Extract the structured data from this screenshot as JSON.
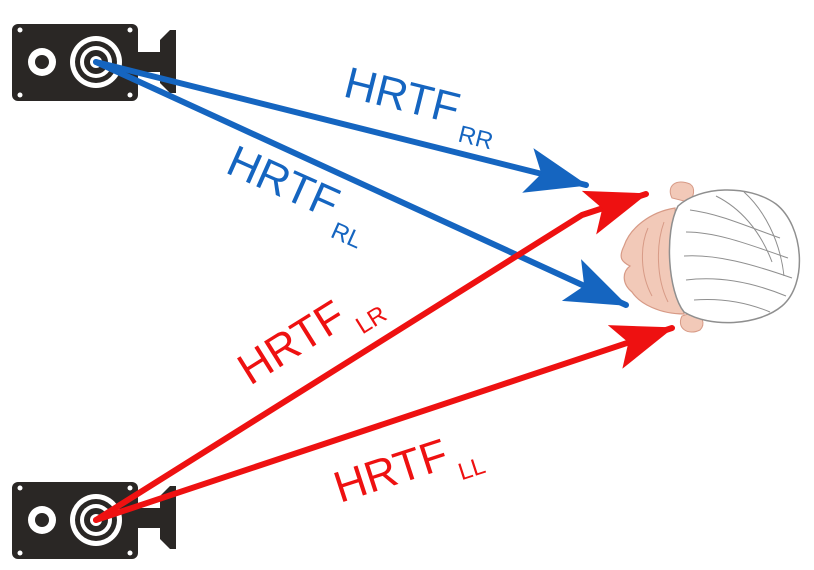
{
  "colors": {
    "blue": "#1565c0",
    "red": "#ee1111",
    "speaker": "#2a2725",
    "skin": "#f2c9b8",
    "skin_shadow": "#d79a86",
    "hair": "#ffffff",
    "hair_line": "#8f8f8f"
  },
  "icons": {
    "top_speaker": "speaker-icon",
    "bottom_speaker": "speaker-icon",
    "listener": "listener-head-icon"
  },
  "labels": {
    "rr": {
      "main": "HRTF",
      "sub": "RR"
    },
    "rl": {
      "main": "HRTF",
      "sub": "RL"
    },
    "lr": {
      "main": "HRTF",
      "sub": "LR"
    },
    "ll": {
      "main": "HRTF",
      "sub": "LL"
    }
  }
}
